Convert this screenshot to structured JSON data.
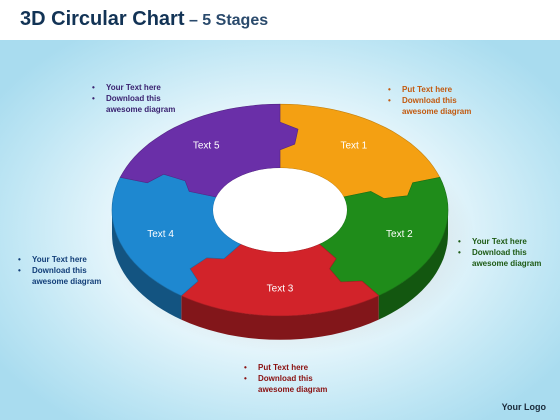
{
  "title": {
    "main": "3D Circular Chart",
    "separator": " – ",
    "sub": "5 Stages"
  },
  "stages": [
    {
      "label": "Text 1",
      "color": "#f4a012"
    },
    {
      "label": "Text 2",
      "color": "#1f8c1a"
    },
    {
      "label": "Text 3",
      "color": "#d2232a"
    },
    {
      "label": "Text 4",
      "color": "#1e88d0"
    },
    {
      "label": "Text 5",
      "color": "#6a2fa8"
    }
  ],
  "notes": {
    "top_left": {
      "color": "#3a2270",
      "lines": [
        "Your Text here",
        "Download this",
        "awesome diagram"
      ]
    },
    "top_right": {
      "color": "#c25a10",
      "lines": [
        "Put Text here",
        "Download this",
        "awesome diagram"
      ]
    },
    "right": {
      "color": "#1d5a14",
      "lines": [
        "Your Text here",
        "Download this",
        "awesome diagram"
      ]
    },
    "left": {
      "color": "#123e78",
      "lines": [
        "Your Text here",
        "Download this",
        "awesome diagram"
      ]
    },
    "bottom": {
      "color": "#8a1010",
      "lines": [
        "Put Text here",
        "Download this",
        "awesome diagram"
      ]
    }
  },
  "bullet": "•",
  "logo": "Your Logo"
}
